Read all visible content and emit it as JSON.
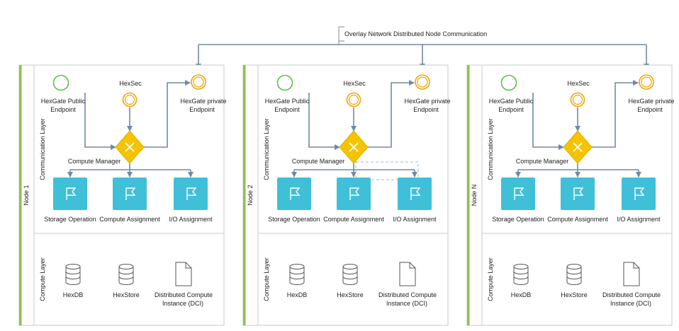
{
  "title": "Overlay Network Distributed Node Communication",
  "colors": {
    "node_bar": "#8bc34a",
    "border": "#c8c8c8",
    "connector": "#6f8aa6",
    "task_fill": "#3fc0d8",
    "gateway_fill": "#f5c400",
    "start_event": "#5cbf4a",
    "end_event": "#f0a400",
    "dashed": "#a8b4c0"
  },
  "nodes": [
    {
      "label": "Node 1",
      "communication_layer": "Communication Layer",
      "compute_layer": "Compute Layer",
      "public_endpoint": [
        "HexGate Public",
        "Endpoint"
      ],
      "hexsec": "HexSec",
      "private_endpoint": [
        "HexGate private",
        "Endpoint"
      ],
      "compute_manager": "Compute Manager",
      "tasks": [
        "Storage Operation",
        "Compute Assignment",
        "I/O Assignment"
      ],
      "stores": [
        "HexDB",
        "HexStore"
      ],
      "instance": [
        "Distributed Compute",
        "Instance (DCI)"
      ],
      "dashed_group": false
    },
    {
      "label": "Node 2",
      "communication_layer": "Communication Layer",
      "compute_layer": "Compute Layer",
      "public_endpoint": [
        "HexGate Public",
        "Endpoint"
      ],
      "hexsec": "HexSec",
      "private_endpoint": [
        "HexGate private",
        "Endpoint"
      ],
      "compute_manager": "Compute Manager",
      "tasks": [
        "Storage Operation",
        "Compute Assignment",
        "I/O Assignment"
      ],
      "stores": [
        "HexDB",
        "HexStore"
      ],
      "instance": [
        "Distributed Compute",
        "Instance (DCI)"
      ],
      "dashed_group": true
    },
    {
      "label": "Node N",
      "communication_layer": "Communication Layer",
      "compute_layer": "Compute Layer",
      "public_endpoint": [
        "HexGate Public",
        "Endpoint"
      ],
      "hexsec": "HexSec",
      "private_endpoint": [
        "HexGate private",
        "Endpoint"
      ],
      "compute_manager": "Compute Manager",
      "tasks": [
        "Storage Operation",
        "Compute Assignment",
        "I/O Assignment"
      ],
      "stores": [
        "HexDB",
        "HexStore"
      ],
      "instance": [
        "Distributed Compute",
        "Instance (DCI)"
      ],
      "dashed_group": false
    }
  ],
  "icons": {
    "task": "flag-icon",
    "gateway": "x-icon",
    "store": "database-icon",
    "instance": "document-icon"
  }
}
